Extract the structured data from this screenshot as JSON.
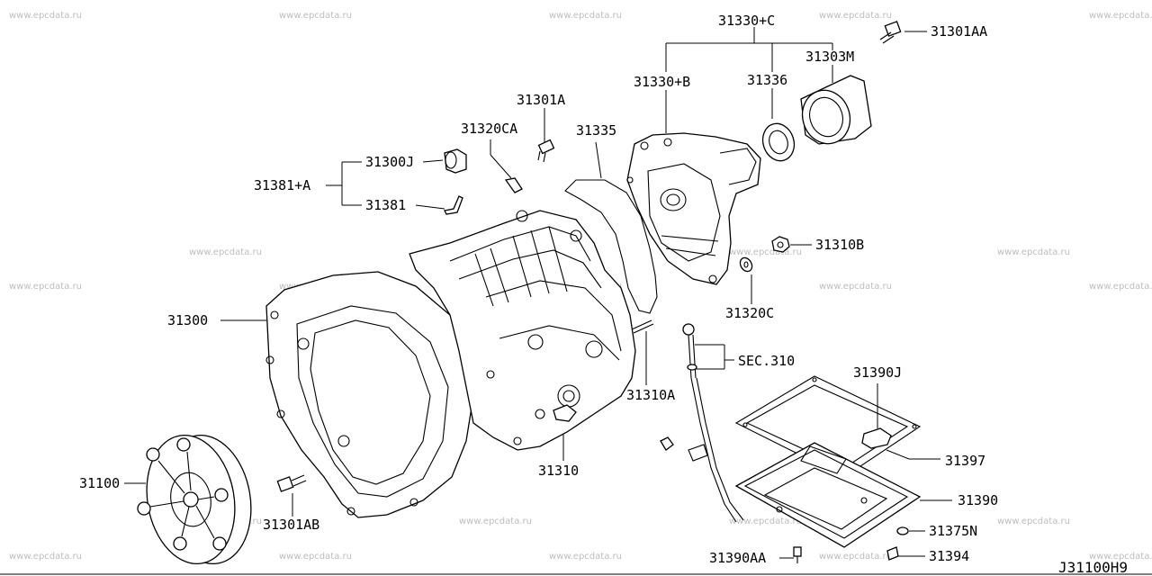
{
  "watermark": "www.epcdata.ru",
  "diagram_code": "J31100H9",
  "labels": {
    "l31330C": "31330+C",
    "l31301AA": "31301AA",
    "l31303M": "31303M",
    "l31330B": "31330+B",
    "l31336": "31336",
    "l31301A": "31301A",
    "l31320CA": "31320CA",
    "l31335": "31335",
    "l31300J": "31300J",
    "l31381A": "31381+A",
    "l31381": "31381",
    "l31310B": "31310B",
    "l31320C": "31320C",
    "l31300": "31300",
    "lSEC310": "SEC.310",
    "l31390J": "31390J",
    "l31310A": "31310A",
    "l31397": "31397",
    "l31310": "31310",
    "l31100": "31100",
    "l31390": "31390",
    "l31301AB": "31301AB",
    "l31375N": "31375N",
    "l31390AA": "31390AA",
    "l31394": "31394"
  }
}
